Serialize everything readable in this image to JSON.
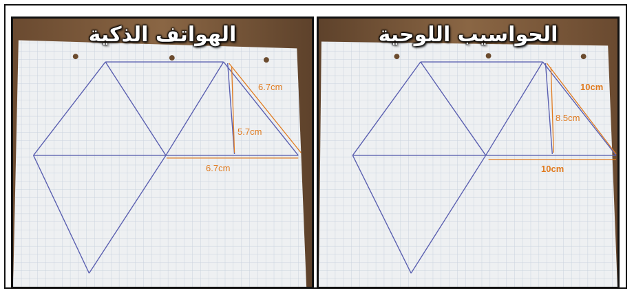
{
  "panels": [
    {
      "title": "الهواتف الذكية",
      "labels": {
        "hypotenuse": "6.7cm",
        "height": "5.7cm",
        "base": "6.7cm"
      }
    },
    {
      "title": "الحواسيب اللوحية",
      "labels": {
        "hypotenuse": "10cm",
        "height": "8.5cm",
        "base": "10cm"
      }
    }
  ],
  "colors": {
    "frame": "#111111",
    "wood": "#7b5a3c",
    "paper": "#eef0f2",
    "grid": "#c9d2de",
    "ink": "#5a5fb0",
    "measure": "#e07a1e"
  }
}
